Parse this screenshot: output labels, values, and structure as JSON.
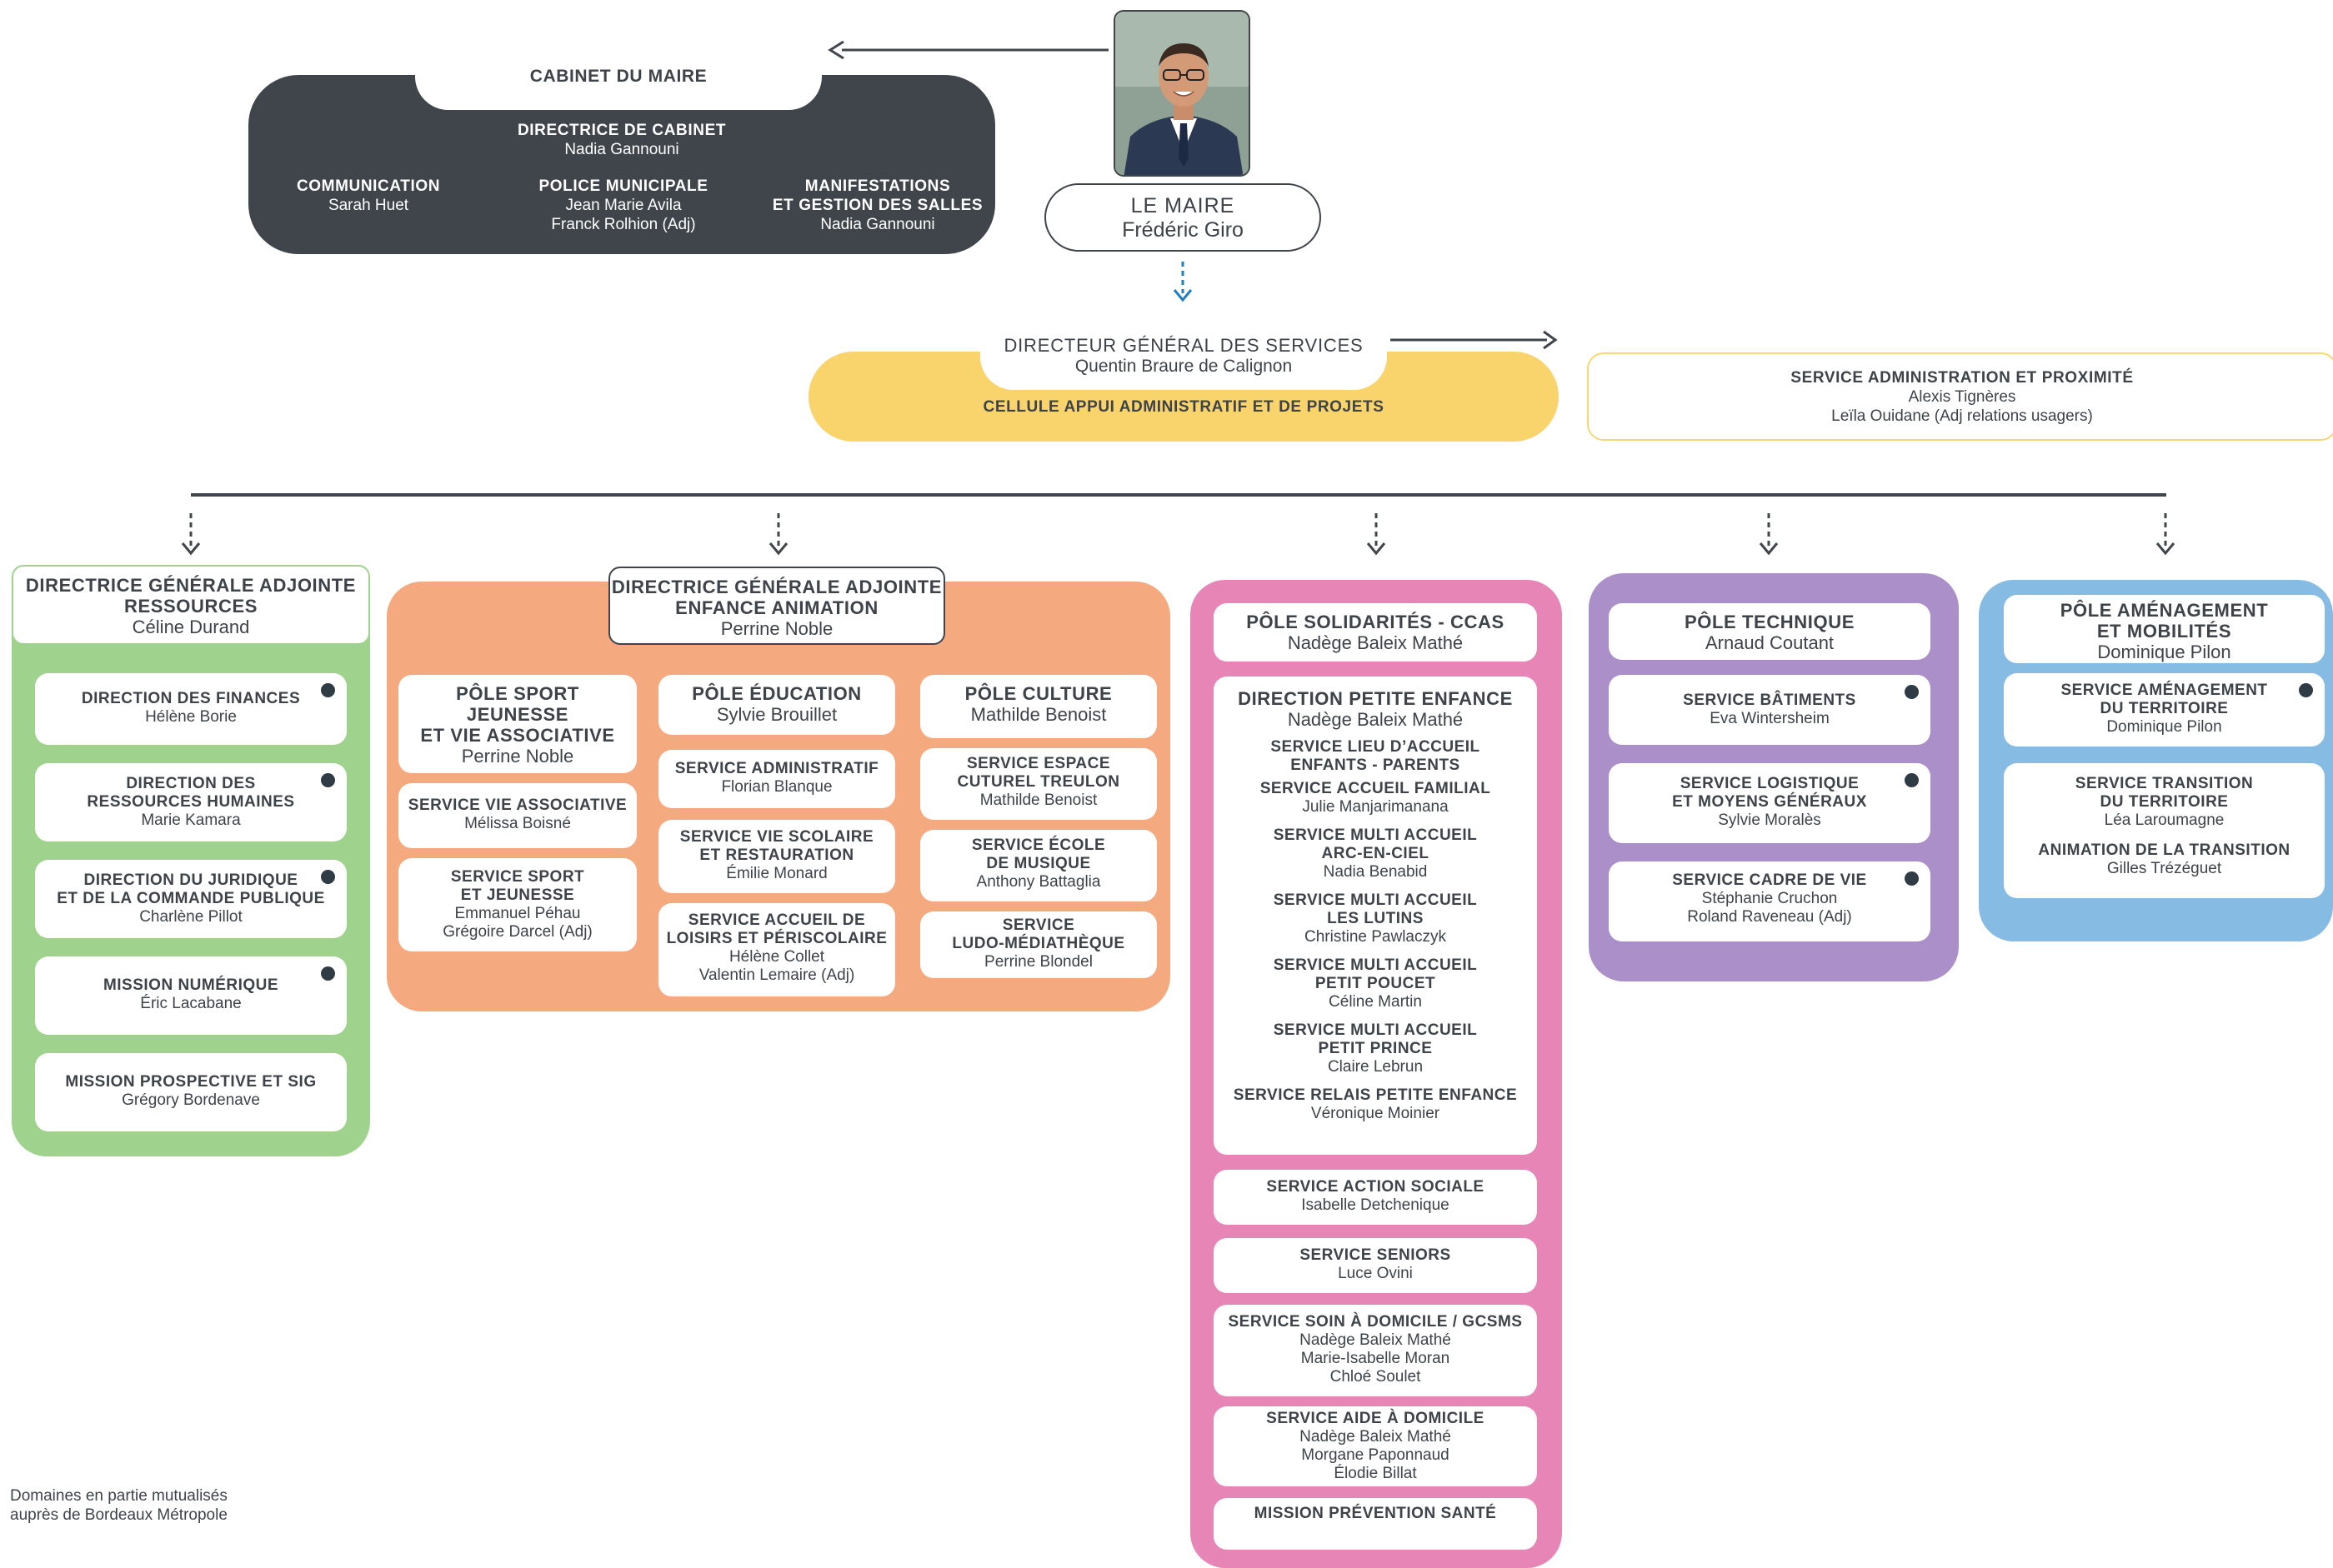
{
  "cabinet": {
    "title": "CABINET DU MAIRE",
    "directrice_title": "DIRECTRICE DE CABINET",
    "directrice_name": "Nadia Gannouni",
    "items": [
      {
        "title": "COMMUNICATION",
        "names": "Sarah Huet"
      },
      {
        "title": "POLICE MUNICIPALE",
        "names": "Jean Marie Avila\nFranck Rolhion (Adj)"
      },
      {
        "title": "MANIFESTATIONS\nET GESTION DES SALLES",
        "names": "Nadia Gannouni"
      }
    ]
  },
  "maire": {
    "title": "LE MAIRE",
    "name": "Frédéric Giro"
  },
  "dgs": {
    "title": "DIRECTEUR GÉNÉRAL DES SERVICES",
    "name": "Quentin Braure de Calignon",
    "cellule": "CELLULE APPUI ADMINISTRATIF ET DE PROJETS"
  },
  "admin": {
    "title": "SERVICE ADMINISTRATION ET PROXIMITÉ",
    "names": "Alexis Tignères\nLeïla Ouidane (Adj relations usagers)"
  },
  "ressources": {
    "head_title": "DIRECTRICE GÉNÉRALE ADJOINTE\nRESSOURCES",
    "head_name": "Céline Durand",
    "cards": [
      {
        "title": "DIRECTION DES FINANCES",
        "names": "Hélène Borie"
      },
      {
        "title": "DIRECTION DES\nRESSOURCES HUMAINES",
        "names": "Marie Kamara"
      },
      {
        "title": "DIRECTION DU JURIDIQUE\nET DE LA COMMANDE PUBLIQUE",
        "names": "Charlène Pillot"
      },
      {
        "title": "MISSION NUMÉRIQUE",
        "names": "Éric Lacabane"
      },
      {
        "title": "MISSION PROSPECTIVE ET SIG",
        "names": "Grégory Bordenave"
      }
    ]
  },
  "enfance": {
    "head_title": "DIRECTRICE GÉNÉRALE ADJOINTE\nENFANCE ANIMATION",
    "head_name": "Perrine Noble",
    "col1": [
      {
        "title": "PÔLE SPORT\nJEUNESSE\nET VIE ASSOCIATIVE",
        "names": "Perrine Noble"
      },
      {
        "title": "SERVICE VIE ASSOCIATIVE",
        "names": "Mélissa Boisné"
      },
      {
        "title": "SERVICE SPORT\nET JEUNESSE",
        "names": "Emmanuel Péhau\nGrégoire Darcel (Adj)"
      }
    ],
    "col2": [
      {
        "title": "PÔLE ÉDUCATION",
        "names": "Sylvie Brouillet"
      },
      {
        "title": "SERVICE ADMINISTRATIF",
        "names": "Florian Blanque"
      },
      {
        "title": "SERVICE VIE SCOLAIRE\nET RESTAURATION",
        "names": "Émilie Monard"
      },
      {
        "title": "SERVICE ACCUEIL DE\nLOISIRS ET PÉRISCOLAIRE",
        "names": "Hélène Collet\nValentin Lemaire (Adj)"
      }
    ],
    "col3": [
      {
        "title": "PÔLE CULTURE",
        "names": "Mathilde Benoist"
      },
      {
        "title": "SERVICE ESPACE\nCUTUREL TREULON",
        "names": "Mathilde Benoist"
      },
      {
        "title": "SERVICE ÉCOLE\nDE MUSIQUE",
        "names": "Anthony Battaglia"
      },
      {
        "title": "SERVICE\nLUDO-MÉDIATHÈQUE",
        "names": "Perrine Blondel"
      }
    ]
  },
  "solidarites": {
    "head_title": "PÔLE SOLIDARITÉS - CCAS",
    "head_name": "Nadège Baleix Mathé",
    "petite_enfance": {
      "title": "DIRECTION PETITE ENFANCE",
      "name": "Nadège Baleix Mathé",
      "items": [
        {
          "title": "SERVICE LIEU D’ACCUEIL\nENFANTS - PARENTS",
          "names": ""
        },
        {
          "title": "SERVICE ACCUEIL FAMILIAL",
          "names": "Julie Manjarimanana"
        },
        {
          "title": "SERVICE MULTI ACCUEIL\nARC-EN-CIEL",
          "names": "Nadia Benabid"
        },
        {
          "title": "SERVICE MULTI ACCUEIL\nLES LUTINS",
          "names": "Christine Pawlaczyk"
        },
        {
          "title": "SERVICE MULTI ACCUEIL\nPETIT POUCET",
          "names": "Céline Martin"
        },
        {
          "title": "SERVICE MULTI ACCUEIL\nPETIT PRINCE",
          "names": "Claire Lebrun"
        },
        {
          "title": "SERVICE RELAIS PETITE ENFANCE",
          "names": "Véronique Moinier"
        }
      ]
    },
    "cards": [
      {
        "title": "SERVICE ACTION SOCIALE",
        "names": "Isabelle Detchenique"
      },
      {
        "title": "SERVICE SENIORS",
        "names": "Luce Ovini"
      },
      {
        "title": "SERVICE SOIN À DOMICILE / GCSMS",
        "names": "Nadège Baleix Mathé\nMarie-Isabelle Moran\nChloé Soulet"
      },
      {
        "title": "SERVICE AIDE À DOMICILE",
        "names": "Nadège Baleix Mathé\nMorgane Paponnaud\nÉlodie Billat"
      },
      {
        "title": "MISSION PRÉVENTION SANTÉ",
        "names": ""
      }
    ]
  },
  "technique": {
    "head_title": "PÔLE TECHNIQUE",
    "head_name": "Arnaud Coutant",
    "cards": [
      {
        "title": "SERVICE BÂTIMENTS",
        "names": "Eva Wintersheim"
      },
      {
        "title": "SERVICE LOGISTIQUE\nET MOYENS GÉNÉRAUX",
        "names": "Sylvie Moralès"
      },
      {
        "title": "SERVICE CADRE DE VIE",
        "names": "Stéphanie Cruchon\nRoland Raveneau (Adj)"
      }
    ]
  },
  "amenagement": {
    "head_title": "PÔLE AMÉNAGEMENT\nET MOBILITÉS",
    "head_name": "Dominique Pilon",
    "cards": [
      {
        "title": "SERVICE AMÉNAGEMENT\nDU TERRITOIRE",
        "names": "Dominique Pilon"
      },
      {
        "title": "SERVICE TRANSITION\nDU TERRITOIRE",
        "names": "Léa Laroumagne"
      },
      {
        "title": "ANIMATION DE LA TRANSITION",
        "names": "Gilles Trézéguet"
      }
    ]
  },
  "legend": {
    "text": "Domaines en partie mutualisés\nauprès de Bordeaux Métropole"
  },
  "colors": {
    "cabinet": "#3f454b",
    "dgs": "#f9d46c",
    "ressources": "#9ed28d",
    "enfance": "#f4a97e",
    "solidarites": "#e785b6",
    "technique": "#ab8fc9",
    "amenagement": "#86bce3",
    "arrow_blue": "#1f7fbf"
  }
}
